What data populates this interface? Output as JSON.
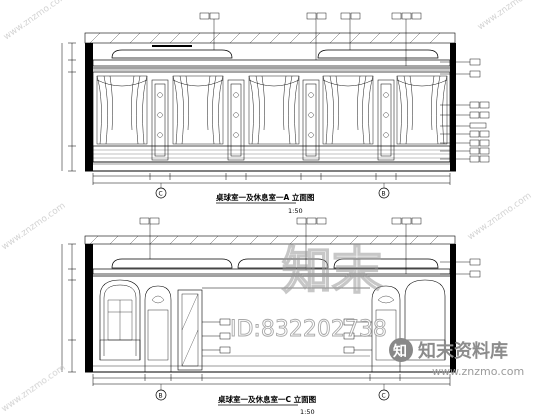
{
  "drawings": [
    {
      "title": "桌球室一及休息室一A 立面图",
      "scale": "1:50",
      "axis_left": "C",
      "axis_right": "B"
    },
    {
      "title": "桌球室一及休息室一C 立面图",
      "scale": "1:50",
      "axis_left": "B",
      "axis_right": "C"
    }
  ],
  "watermark": {
    "brand_glyph": "知末",
    "id_text": "ID:832202738",
    "brand_name": "知末资料库",
    "url": "www.znzmo.com"
  },
  "colors": {
    "ink": "#000000",
    "watermark": "#9a9a9a",
    "watermark_light": "#c8c8c8"
  }
}
